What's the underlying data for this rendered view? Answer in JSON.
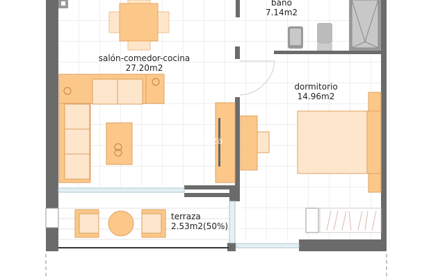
{
  "rooms": [
    {
      "name": "salón-comedor-cocina",
      "area": "27.20m2"
    },
    {
      "name": "baño",
      "area": "7.14m2"
    },
    {
      "name": "dormitorio",
      "area": "14.96m2"
    },
    {
      "name": "terraza",
      "area": "2.53m2(50%)"
    }
  ],
  "watermark": "solyanza",
  "colors": {
    "wall": "#6b6b6b",
    "furniture": "#fcc88a",
    "furniture_light": "#fde6cc",
    "grid": "#dcdcdc",
    "glass": "#cfe3ea"
  }
}
